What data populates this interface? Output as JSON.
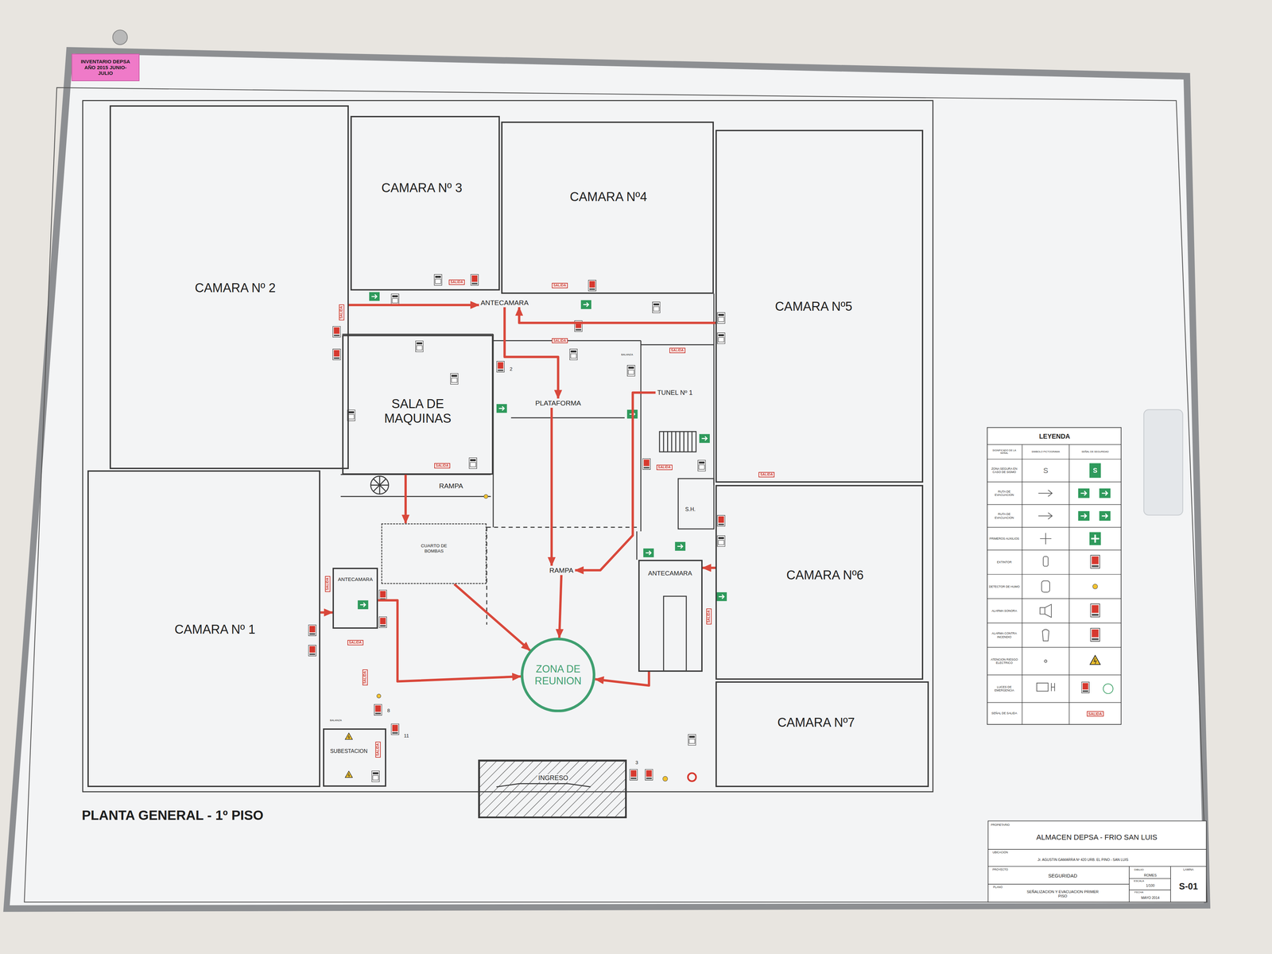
{
  "diagram": {
    "title": "PLANTA GENERAL - 1º PISO",
    "nodes": [
      {
        "text": [
          "INVENTARIO DEPSA AÑO 2015 JUNIO-JULIO"
        ]
      },
      {
        "text": [
          "CAMARA Nº 2"
        ]
      },
      {
        "text": [
          "CAMARA Nº 3"
        ]
      },
      {
        "text": [
          "CAMARA Nº4"
        ]
      },
      {
        "text": [
          "CAMARA Nº5"
        ]
      },
      {
        "text": [
          "ANTECAMARA"
        ]
      },
      {
        "text": [
          "SALA DE MAQUINAS"
        ]
      },
      {
        "text": [
          "PLATAFORMA"
        ]
      },
      {
        "text": [
          "TUNEL Nº 1"
        ]
      },
      {
        "text": [
          "RAMPA"
        ]
      },
      {
        "text": [
          "CUARTO DE BOMBAS"
        ]
      },
      {
        "text": [
          "RAMPA"
        ]
      },
      {
        "text": [
          "S.H."
        ]
      },
      {
        "text": [
          "ANTECAMARA"
        ]
      },
      {
        "text": [
          "CAMARA Nº6"
        ]
      },
      {
        "text": [
          "ANTECAMARA"
        ]
      },
      {
        "text": [
          "CAMARA Nº 1"
        ]
      },
      {
        "text": [
          "ZONA DE REUNION"
        ]
      },
      {
        "text": [
          "SUBESTACION"
        ]
      },
      {
        "text": [
          "CAMARA Nº7"
        ]
      },
      {
        "text": [
          "INGRESO"
        ]
      }
    ],
    "edges": [
      {
        "from": 1,
        "to": 5,
        "arrow": "to"
      },
      {
        "from": 4,
        "to": 5,
        "arrow": "to"
      },
      {
        "from": 5,
        "to": 7,
        "arrow": "to"
      },
      {
        "from": 7,
        "to": 11,
        "arrow": "to"
      },
      {
        "from": 11,
        "to": 17,
        "arrow": "to"
      },
      {
        "from": 16,
        "to": 15,
        "arrow": "to"
      },
      {
        "from": 15,
        "to": 17,
        "arrow": "to"
      },
      {
        "from": 14,
        "to": 13,
        "arrow": "to"
      },
      {
        "from": 13,
        "to": 17,
        "arrow": "to"
      },
      {
        "from": 8,
        "to": 11,
        "arrow": "to"
      },
      {
        "from": 10,
        "to": 17,
        "arrow": "to"
      },
      {
        "from": 6,
        "to": 10,
        "arrow": "to"
      }
    ],
    "labels": [
      "SALIDA",
      "SALIDA",
      "SALIDA",
      "SALIDA",
      "SALIDA",
      "SALIDA",
      "SALIDA",
      "SALIDA",
      "SALIDA",
      "SALIDA",
      "SALIDA",
      "SALIDA",
      "SALIDA",
      "2",
      "8",
      "11",
      "3",
      "BALANZA",
      "BALANZA",
      "LEYENDA",
      "SIGNIFICADO DE LA SEÑAL",
      "SIMBOLO PICTOGRAMA",
      "SEÑAL DE SEGURIDAD",
      "S",
      "S",
      "SALIDA",
      "PROPIETARIO",
      "ALMACEN DEPSA - FRIO SAN LUIS",
      "UBICACION",
      "Jr. AGUSTIN GAMARRA Nº 420 URB. EL PINO - SAN LUIS",
      "PROYECTO",
      "SEGURIDAD",
      "DIBUJO",
      "ROMES",
      "LAMINA",
      "S-01",
      "PLANO",
      "SEÑALIZACION Y EVACUACION PRIMER PISO",
      "ESCALA",
      "1/100",
      "FECHA",
      "MAYO 2014"
    ],
    "legend": [
      {
        "text": "ZONA SEGURA EN CASO DE SISMO"
      },
      {
        "text": "RUTA DE EVACUACION"
      },
      {
        "text": "RUTA DE EVACUACION"
      },
      {
        "text": "PRIMEROS AUXILIOS"
      },
      {
        "text": "EXTINTOR"
      },
      {
        "text": "DETECTOR DE HUMO"
      },
      {
        "text": "ALARMA SONORA"
      },
      {
        "text": "ALARMA CONTRA INCENDIO"
      },
      {
        "text": "ATENCION RIESGO ELECTRICO"
      },
      {
        "text": "LUCES DE EMERGENCIA"
      },
      {
        "text": "SEÑAL DE SALIDA"
      }
    ]
  }
}
